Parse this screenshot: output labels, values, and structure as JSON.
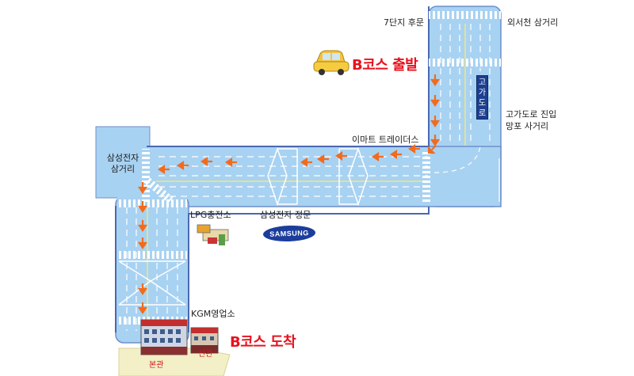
{
  "labels": {
    "seventh_back_gate": "7단지 후문",
    "oeseocheon_junction": "외서천 삼거리",
    "viaduct_entry": "고가도로 진입",
    "mangpo_crossroad": "망포 사거리",
    "emart_traders": "이마트 트레이더스",
    "samsung_junction_l1": "삼성전자",
    "samsung_junction_l2": "삼거리",
    "lpg_station": "LPG충전소",
    "samsung_main_gate": "삼성전자 정문",
    "kgm_sales": "KGM영업소",
    "main_building": "본관",
    "new_building": "신관"
  },
  "viaduct_sign_chars": [
    "고",
    "가",
    "도",
    "로"
  ],
  "samsung_logo_text": "SAMSUNG",
  "course": {
    "start": "B코스 출발",
    "arrival": "B코스 도착"
  },
  "colors": {
    "road": "#a8d2f2",
    "road_edge": "#6f8fc9",
    "lane_line": "#ffffff",
    "arrow": "#f26b1d",
    "course_text": "#e8121e"
  }
}
